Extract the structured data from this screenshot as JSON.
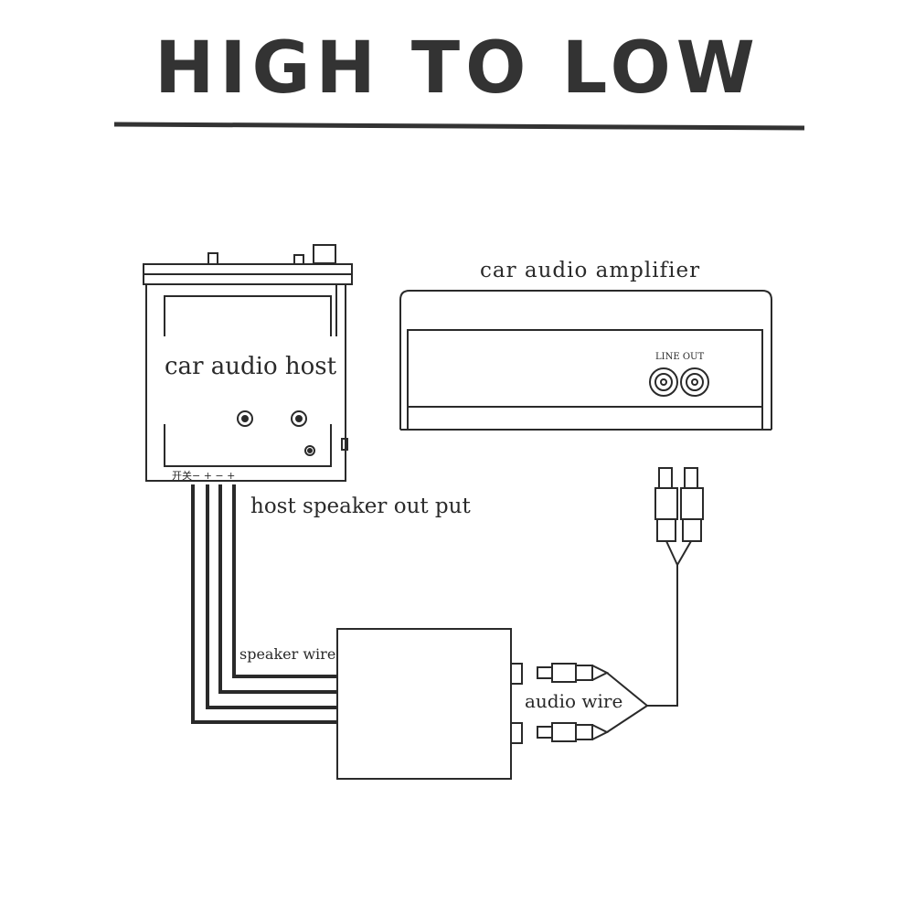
{
  "title": "HIGH TO LOW",
  "labels": {
    "host": "car audio host",
    "amplifier": "car audio amplifier",
    "line_out": "LINE OUT",
    "speaker_out": "host speaker out put",
    "speaker_wire": "speaker wire",
    "audio_wire": "audio wire",
    "terminals": "开关− + − +"
  },
  "colors": {
    "ink": "#2a2a2a",
    "background": "#ffffff"
  }
}
